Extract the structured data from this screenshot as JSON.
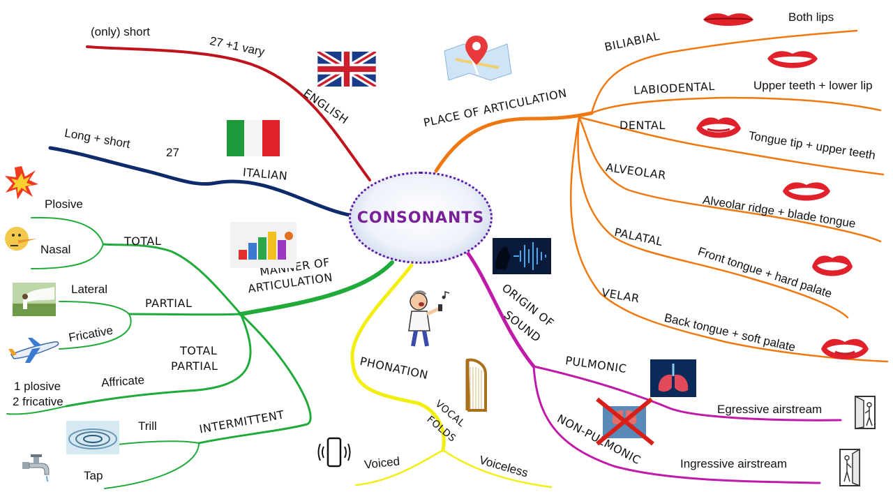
{
  "center": {
    "title": "CONSONANTS"
  },
  "branches": {
    "english": {
      "label": "ENGLISH",
      "count": "27 +1 vary",
      "length": "(only) short"
    },
    "italian": {
      "label": "ITALIAN",
      "count": "27",
      "length": "Long + short"
    },
    "manner": {
      "label_line1": "MANNER OF",
      "label_line2": "ARTICULATION",
      "total": {
        "label": "TOTAL",
        "items": [
          "Plosive",
          "Nasal"
        ]
      },
      "partial": {
        "label": "PARTIAL",
        "items": [
          "Lateral",
          "Fricative"
        ]
      },
      "total_partial": {
        "label_line1": "TOTAL",
        "label_line2": "PARTIAL",
        "item": "Affricate",
        "note_line1": "1 plosive",
        "note_line2": "2 fricative"
      },
      "intermittent": {
        "label": "INTERMITTENT",
        "items": [
          "Trill",
          "Tap"
        ]
      }
    },
    "place": {
      "label": "PLACE OF ARTICULATION",
      "items": [
        {
          "label": "BILIABIAL",
          "desc": "Both lips"
        },
        {
          "label": "LABIODENTAL",
          "desc": "Upper teeth + lower lip"
        },
        {
          "label": "DENTAL",
          "desc": "Tongue tip + upper teeth"
        },
        {
          "label": "ALVEOLAR",
          "desc": "Alveolar ridge + blade tongue"
        },
        {
          "label": "PALATAL",
          "desc": "Front tongue + hard palate"
        },
        {
          "label": "VELAR",
          "desc": "Back tongue + soft palate"
        }
      ]
    },
    "origin": {
      "label_line1": "ORIGIN OF",
      "label_line2": "SOUND",
      "pulmonic": {
        "label": "PULMONIC",
        "desc": "Egressive airstream"
      },
      "non_pulmonic": {
        "label": "NON-PULMONIC",
        "desc": "Ingressive airstream"
      }
    },
    "phonation": {
      "label": "PHONATION",
      "folds_line1": "VOCAL",
      "folds_line2": "FOLDS",
      "items": [
        "Voiced",
        "Voiceless"
      ]
    }
  },
  "colors": {
    "english": "#c0141c",
    "italian": "#0d2a6b",
    "manner": "#1faa3a",
    "place": "#f07810",
    "origin": "#c01aa8",
    "phonation": "#f2ee10",
    "center_border": "#5b1aa0",
    "center_text": "#7a1f9a"
  }
}
